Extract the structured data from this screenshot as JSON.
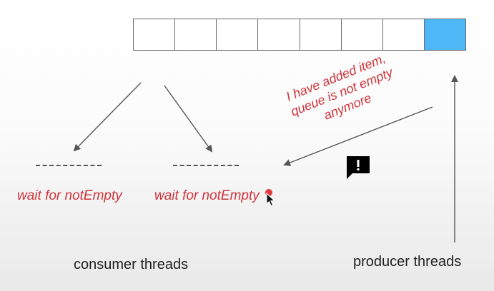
{
  "queue": {
    "slot_count": 8,
    "filled_slots": [
      7
    ],
    "fill_color": "#4db8f5",
    "border_color": "#6b6b6b"
  },
  "consumers": [
    {
      "label": "wait for notEmpty"
    },
    {
      "label": "wait for notEmpty"
    }
  ],
  "notification": {
    "lines": [
      "I have added item,",
      "queue is not empty",
      "anymore"
    ],
    "color": "#d0343a"
  },
  "labels": {
    "consumer": "consumer threads",
    "producer": "producer threads"
  },
  "icons": {
    "alert": "chat-alert-icon",
    "cursor": "mouse-pointer-icon",
    "record": "record-dot-icon"
  }
}
